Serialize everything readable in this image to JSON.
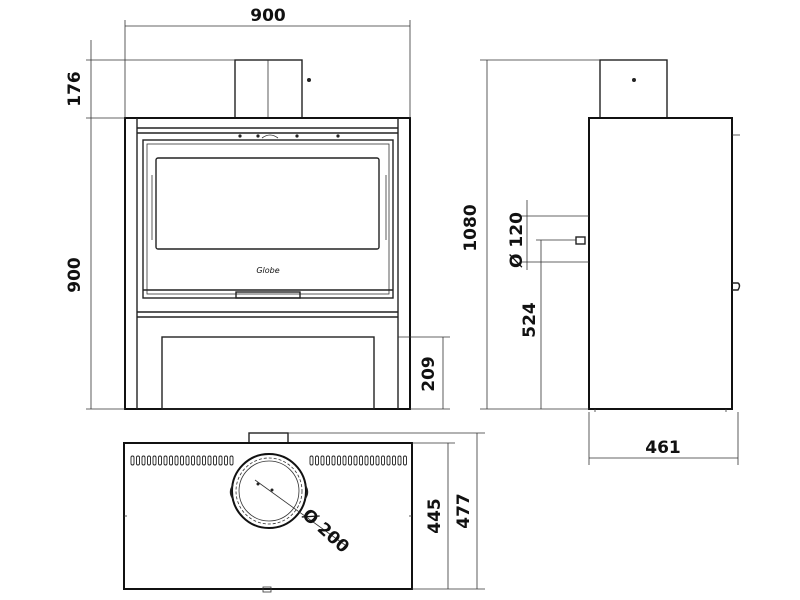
{
  "dimensions": {
    "front_width": "900",
    "flue_height": "176",
    "body_height": "900",
    "total_height": "1080",
    "flue_diameter_side": "Ø 120",
    "outlet_height": "524",
    "base_height": "209",
    "depth": "461",
    "flue_diameter_top": "Ø 200",
    "inner_depth": "445",
    "outer_depth": "477"
  },
  "colors": {
    "line": "#222222",
    "background": "#ffffff"
  },
  "logo_text": "Globe"
}
